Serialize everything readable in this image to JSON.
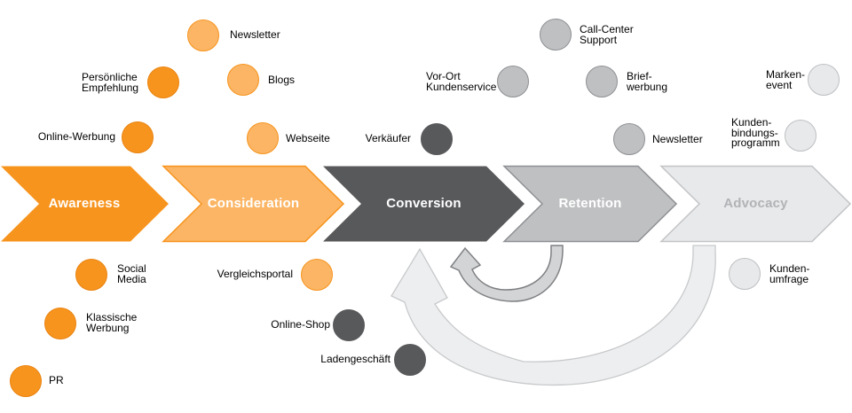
{
  "palette": {
    "stage_awareness": "#F7941E",
    "stage_consideration": "#FBB564",
    "stage_consideration_border": "#F7941E",
    "stage_conversion": "#58595B",
    "stage_retention": "#BFC0C2",
    "stage_retention_border": "#8E9093",
    "stage_advocacy": "#E8E9EA",
    "stage_advocacy_border": "#C2C4C6",
    "stage_text": "#FFFFFF",
    "advocacy_text": "#B1B3B6",
    "circle_orange": "#F7941E",
    "circle_orange_border": "#E9830F",
    "circle_orange_light": "#FBB564",
    "circle_orange_light_border": "#F7941E",
    "circle_gray_dark": "#58595B",
    "circle_gray_mid": "#BFC0C2",
    "circle_gray_mid_border": "#8E9093",
    "circle_gray_light": "#E8E9EA",
    "circle_gray_light_border": "#BDBFC1",
    "swoosh_big_fill": "#EDEEEF",
    "swoosh_big_border": "#C7C9CB",
    "swoosh_small_fill": "#D2D4D5",
    "swoosh_small_border": "#7E8083",
    "text": "#000000"
  },
  "stages": [
    {
      "id": "awareness",
      "label": "Awareness"
    },
    {
      "id": "consideration",
      "label": "Consideration"
    },
    {
      "id": "conversion",
      "label": "Conversion"
    },
    {
      "id": "retention",
      "label": "Retention"
    },
    {
      "id": "advocacy",
      "label": "Advocacy"
    }
  ],
  "touchpoints": [
    {
      "id": "online-werbung",
      "label": "Online-Werbung",
      "circle_color": "orange"
    },
    {
      "id": "persoenliche-empfehlung",
      "label": "Persönliche\nEmpfehlung",
      "circle_color": "orange"
    },
    {
      "id": "newsletter-awareness",
      "label": "Newsletter",
      "circle_color": "orange_light"
    },
    {
      "id": "blogs",
      "label": "Blogs",
      "circle_color": "orange_light"
    },
    {
      "id": "webseite",
      "label": "Webseite",
      "circle_color": "orange_light"
    },
    {
      "id": "verkaeufer",
      "label": "Verkäufer",
      "circle_color": "gray_dark"
    },
    {
      "id": "vor-ort-kundenservice",
      "label": "Vor-Ort\nKundenservice",
      "circle_color": "gray_mid"
    },
    {
      "id": "call-center-support",
      "label": "Call-Center\nSupport",
      "circle_color": "gray_mid"
    },
    {
      "id": "briefwerbung",
      "label": "Brief-\nwerbung",
      "circle_color": "gray_mid"
    },
    {
      "id": "newsletter-retention",
      "label": "Newsletter",
      "circle_color": "gray_mid"
    },
    {
      "id": "markenevent",
      "label": "Marken-\nevent",
      "circle_color": "gray_light"
    },
    {
      "id": "kundenbindungsprogramm",
      "label": "Kunden-\nbindungs-\nprogramm",
      "circle_color": "gray_light"
    },
    {
      "id": "kundenumfrage",
      "label": "Kunden-\numfrage",
      "circle_color": "gray_light"
    },
    {
      "id": "social-media",
      "label": "Social\nMedia",
      "circle_color": "orange"
    },
    {
      "id": "vergleichsportal",
      "label": "Vergleichsportal",
      "circle_color": "orange_light"
    },
    {
      "id": "klassische-werbung",
      "label": "Klassische\nWerbung",
      "circle_color": "orange"
    },
    {
      "id": "pr",
      "label": "PR",
      "circle_color": "orange"
    },
    {
      "id": "online-shop",
      "label": "Online-Shop",
      "circle_color": "gray_dark"
    },
    {
      "id": "ladengeschaeft",
      "label": "Ladengeschäft",
      "circle_color": "gray_dark"
    }
  ],
  "flow_arrows": [
    {
      "id": "retention-back-to-conversion",
      "style": "gray_mid"
    },
    {
      "id": "advocacy-back-to-conversion",
      "style": "gray_light"
    }
  ]
}
